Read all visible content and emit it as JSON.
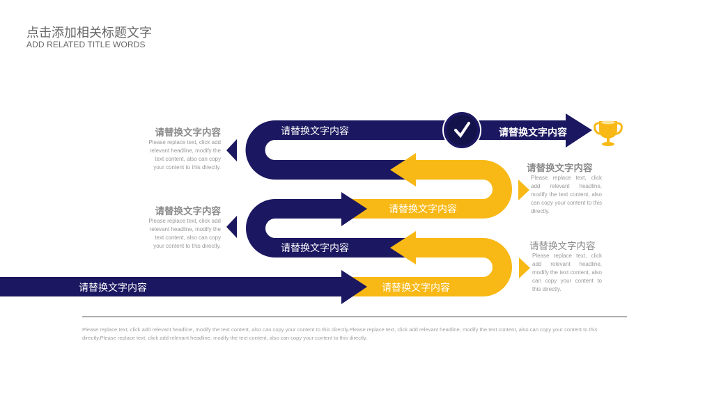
{
  "header": {
    "title": "点击添加相关标题文字",
    "subtitle": "ADD RELATED TITLE WORDS"
  },
  "colors": {
    "navy": "#1b1760",
    "yellow": "#f8b815"
  },
  "path_labels": {
    "top_left": "请替换文字内容",
    "top_right": "请替换文字内容",
    "middle_yellow": "请替换文字内容",
    "lower_navy": "请替换文字内容",
    "bottom_navy": "请替换文字内容",
    "bottom_yellow": "请替换文字内容"
  },
  "icons": {
    "check": "check-icon",
    "trophy": "trophy-icon"
  },
  "notes": [
    {
      "title": "请替换文字内容",
      "body": "Please replace text, click add relevant headline, modify the text content, also can copy your content to this directly."
    },
    {
      "title": "请替换文字内容",
      "body": "Please replace text, click add relevant headline, modify the text content, also can copy your content to this directly."
    },
    {
      "title": "请替换文字内容",
      "body": "Please replace text, click add relevant headline, modify the text content, also can copy your content to this directly."
    },
    {
      "title": "请替换文字内容",
      "body": "Please replace text, click add relevant headline, modify the text content, also can copy your content to this directly."
    }
  ],
  "footer": "Please replace text, click add relevant headline, modify the text content, also can copy your content to this directly.Please replace text, click add relevant headline, modify the text content, also can copy your content to this directly.Please replace text, click add relevant headline, modify the text content, also can copy your content to this directly."
}
